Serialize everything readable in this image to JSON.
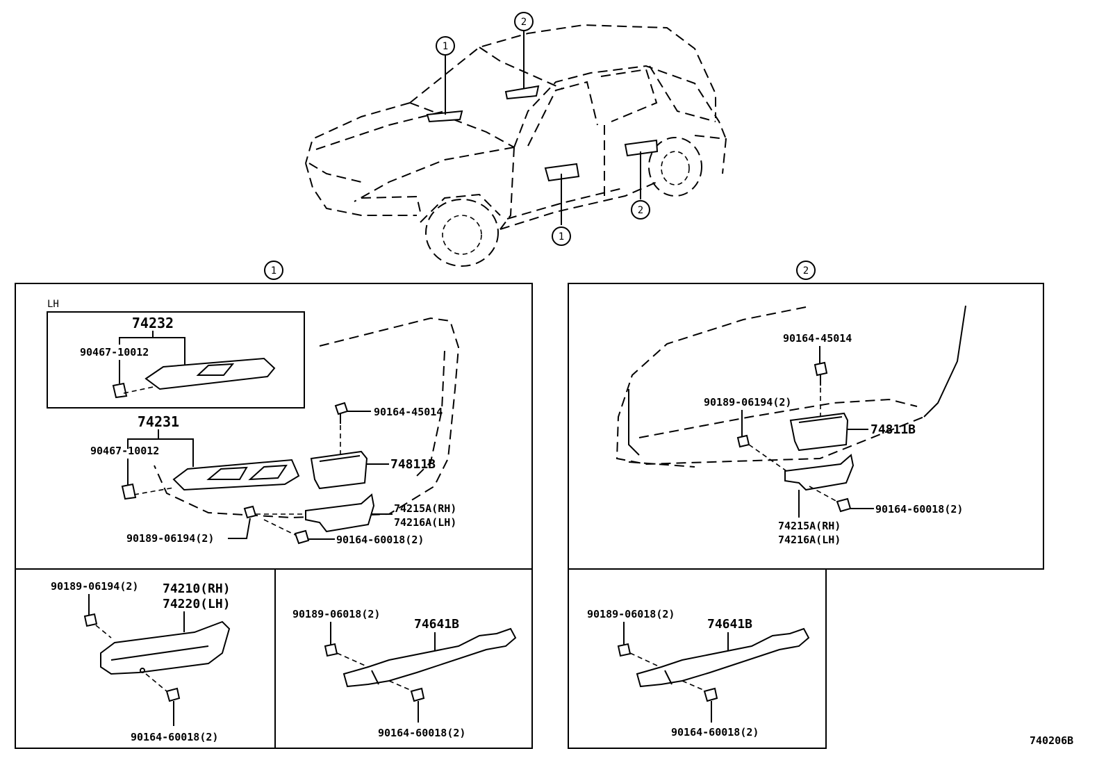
{
  "diagram": {
    "callouts": {
      "one": "1",
      "two": "2"
    },
    "lh_label": "LH",
    "drawing_number": "740206B",
    "panel1": {
      "part_74232": "74232",
      "part_90467_a": "90467-10012",
      "part_74231": "74231",
      "part_90467_b": "90467-10012",
      "part_90164_45014": "90164-45014",
      "part_74811B": "74811B",
      "part_74215A": "74215A(RH)",
      "part_74216A": "74216A(LH)",
      "part_90189_06194": "90189-06194(2)",
      "part_90164_60018": "90164-60018(2)"
    },
    "panel2": {
      "part_90164_45014": "90164-45014",
      "part_90189_06194": "90189-06194(2)",
      "part_74811B": "74811B",
      "part_90164_60018": "90164-60018(2)",
      "part_74215A": "74215A(RH)",
      "part_74216A": "74216A(LH)"
    },
    "panel3": {
      "part_90189_06194": "90189-06194(2)",
      "part_74210": "74210(RH)",
      "part_74220": "74220(LH)",
      "part_90164_60018": "90164-60018(2)"
    },
    "panel4": {
      "part_90189_06018": "90189-06018(2)",
      "part_74641B": "74641B",
      "part_90164_60018": "90164-60018(2)"
    },
    "panel5": {
      "part_90189_06018": "90189-06018(2)",
      "part_74641B": "74641B",
      "part_90164_60018": "90164-60018(2)"
    }
  }
}
